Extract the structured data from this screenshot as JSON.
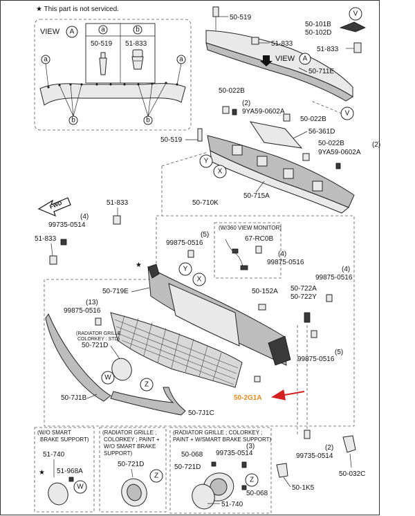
{
  "note": "★ This part is not serviced.",
  "view_a": {
    "title": "VIEW",
    "letter": "A",
    "col_a": "a",
    "col_b": "b",
    "part_a": "50-519",
    "part_b": "51-833",
    "callout_a": "a",
    "callout_b": "b"
  },
  "labels": {
    "p50_519_top": "50-519",
    "p51_833_top": "51-833",
    "view_a_arrow": "VIEW",
    "p50_101b": "50-101B",
    "p50_102d": "50-102D",
    "p51_833_r": "51-833",
    "p50_711e": "50-711E",
    "p50_022b_1": "50-022B",
    "qty_2a": "(2)",
    "p9ya59_1": "9YA59-0602A",
    "p50_022b_2": "50-022B",
    "p56_361d": "56-361D",
    "p50_519_mid": "50-519",
    "p50_022b_3": "50-022B",
    "qty_2b": "(2)",
    "p9ya59_2": "9YA59-0602A",
    "p50_715a": "50-715A",
    "fwd": "FWD",
    "p51_833_l": "51-833",
    "p50_710k": "50-710K",
    "qty_4a": "(4)",
    "p99735_1": "99735-0514",
    "p51_833_ll": "51-833",
    "qty_5a": "(5)",
    "p99875_1": "99875-0516",
    "monitor_box": "(W/360 VIEW MONITOR)",
    "p67_rc0b": "67-RC0B",
    "qty_4b": "(4)",
    "p99875_2": "99875-0516",
    "qty_4c": "(4)",
    "p99875_3": "99875-0516",
    "p50_719e": "50-719E",
    "p50_152a": "50-152A",
    "p50_722a": "50-722A",
    "p50_722y": "50-722Y",
    "qty_13": "(13)",
    "p99875_4": "99875-0516",
    "grille_std_1": "(RADIATOR GRILLE",
    "grille_std_2": "COLORKEY : STD)",
    "p50_721d": "50-721D",
    "p99875_5": "99875-0516",
    "qty_5b": "(5)",
    "p50_7j1b": "50-7J1B",
    "p50_2g1a": "50-2G1A",
    "p50_7j1c": "50-7J1C",
    "sub1_title_1": "(W/O SMART",
    "sub1_title_2": "BRAKE SUPPORT)",
    "sub1_p51_740": "51-740",
    "sub1_p51_968a": "51-968A",
    "sub2_title_1": "(RADIATOR GRILLE ;",
    "sub2_title_2": "COLORKEY ; PAINT +",
    "sub2_title_3": "W/O SMART BRAKE",
    "sub2_title_4": "SUPPORT)",
    "sub2_p50_721d": "50-721D",
    "sub3_title_1": "(RADIATOR GRILLE ; COLORKEY ;",
    "sub3_title_2": "PAINT + W/SMART BRAKE SUPPORT)",
    "sub3_p50_068a": "50-068",
    "sub3_p99735": "99735-0514",
    "sub3_qty3": "(3)",
    "sub3_p50_721d": "50-721D",
    "sub3_p50_068b": "50-068",
    "sub3_p51_740": "51-740",
    "p99735_2": "99735-0514",
    "qty_2c": "(2)",
    "p50_1k5": "50-1K5",
    "p50_032c": "50-032C"
  },
  "callouts": {
    "v1": "V",
    "v2": "V",
    "y1": "Y",
    "x1": "X",
    "y2": "Y",
    "x2": "X",
    "w1": "W",
    "z1": "Z",
    "w2": "W",
    "z2": "Z",
    "z3": "Z"
  },
  "colors": {
    "highlight": "#e08a1e",
    "arrow": "#d61f1f"
  }
}
